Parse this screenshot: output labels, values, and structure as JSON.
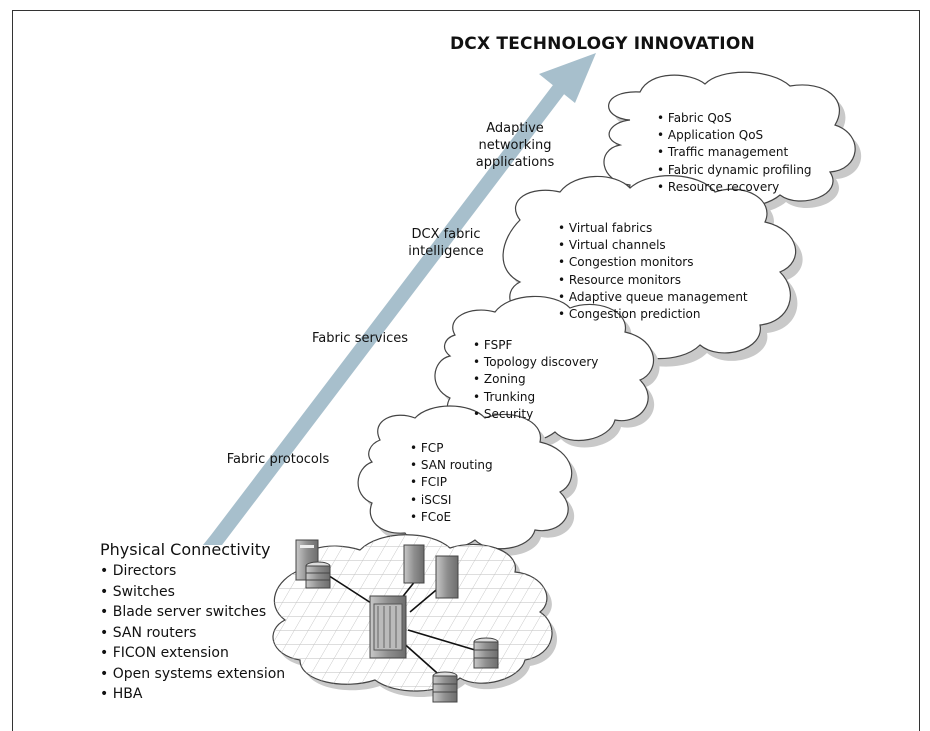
{
  "title": "DCX TECHNOLOGY INNOVATION",
  "stages": {
    "adaptive": "Adaptive networking applications",
    "intelligence": "DCX fabric intelligence",
    "services": "Fabric services",
    "protocols": "Fabric protocols"
  },
  "clouds": {
    "adaptive": [
      "Fabric QoS",
      "Application QoS",
      "Traffic management",
      "Fabric dynamic profiling",
      "Resource recovery"
    ],
    "intelligence": [
      "Virtual fabrics",
      "Virtual channels",
      "Congestion monitors",
      "Resource monitors",
      "Adaptive queue management",
      "Congestion prediction"
    ],
    "services": [
      "FSPF",
      "Topology discovery",
      "Zoning",
      "Trunking",
      "Security"
    ],
    "protocols": [
      "FCP",
      "SAN routing",
      "FCIP",
      "iSCSI",
      "FCoE"
    ]
  },
  "physical": {
    "title": "Physical Connectivity",
    "items": [
      "Directors",
      "Switches",
      "Blade server switches",
      "SAN routers",
      "FICON extension",
      "Open systems extension",
      "HBA"
    ]
  },
  "colors": {
    "arrow": "#a7bfcc",
    "cloud_fill": "#ffffff",
    "cloud_shadow": "#c9c9c9",
    "grid": "#bdbdbd",
    "device": "#9c9c9c"
  }
}
